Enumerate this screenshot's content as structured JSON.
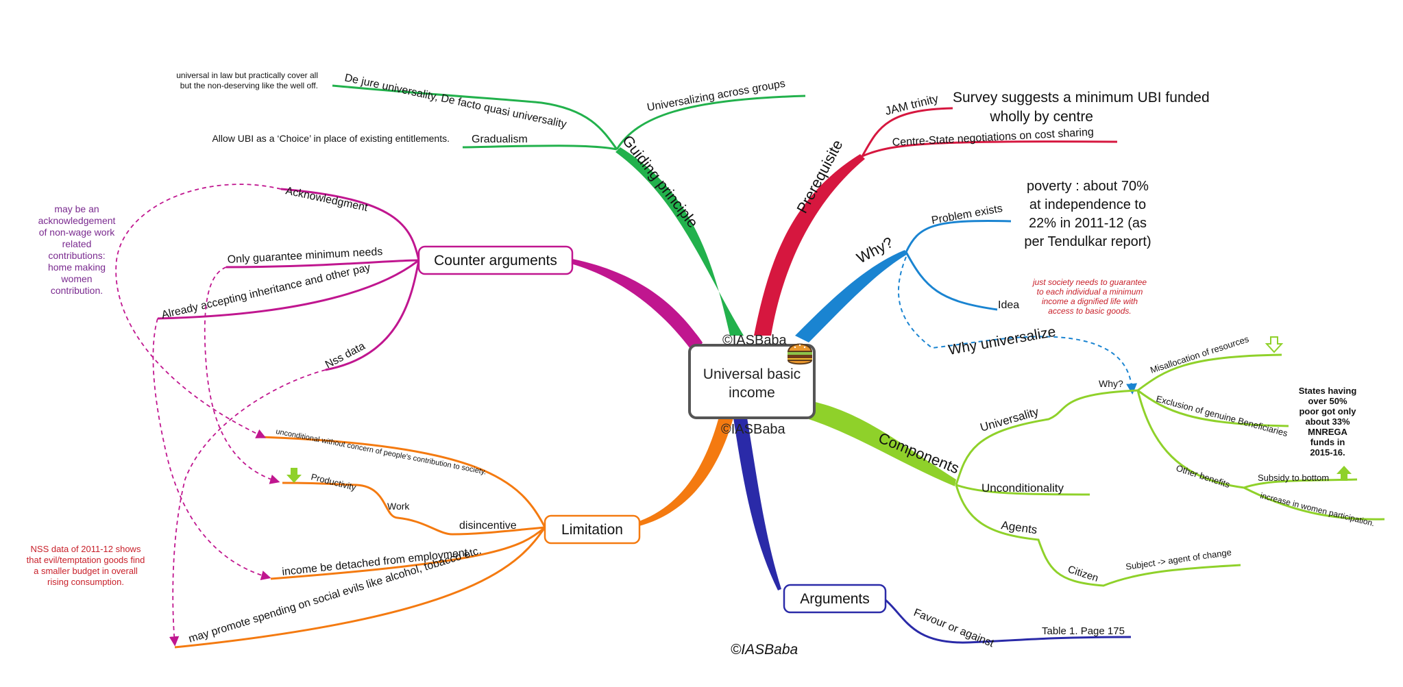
{
  "central": {
    "line1": "Universal basic",
    "line2": "income",
    "watermark_top": "©IASBaba",
    "watermark_bottom": "©IASBaba",
    "icon": "burger-icon"
  },
  "watermark": "©IASBaba",
  "colors": {
    "guiding": "#22b14c",
    "prerequisite": "#d6173f",
    "why": "#1a84d1",
    "components": "#8fd12a",
    "arguments": "#2a2aa8",
    "limitation": "#f47a10",
    "counter": "#c0168f",
    "note_purple": "#7a2a8f",
    "note_red": "#c8202a"
  },
  "guiding": {
    "label": "Guiding principle",
    "items": {
      "dejure": "De jure universality, De facto quasi universality",
      "groups": "Universalizing across groups",
      "gradualism": "Gradualism"
    },
    "notes": {
      "dejure_1": "universal in law but practically cover all",
      "dejure_2": "but the non-deserving like the well off.",
      "gradualism": "Allow UBI as a ‘Choice’ in place of existing entitlements."
    }
  },
  "prerequisite": {
    "label": "Prerequisite",
    "items": {
      "jam": "JAM trinity",
      "centre_state": "Centre-State negotiations on cost sharing"
    },
    "survey": {
      "line1": "Survey suggests a minimum UBI funded",
      "line2": "wholly by centre"
    }
  },
  "why": {
    "label": "Why?",
    "problem": "Problem exists",
    "poverty": [
      "poverty : about 70%",
      "at independence to",
      "22% in 2011-12 (as",
      "per Tendulkar report)"
    ],
    "idea": "Idea",
    "idea_note": [
      "just society needs to guarantee",
      "to each individual a minimum",
      "income a dignified life with",
      "access to basic goods."
    ],
    "universalize": "Why universalize"
  },
  "components": {
    "label": "Components",
    "universality": "Universality",
    "why_sub": "Why?",
    "misallocation": "Misallocation of resources",
    "exclusion": "Exclusion of genuine Beneficiaries",
    "states_note": [
      "States having",
      "over 50%",
      "poor got only",
      "about 33%",
      "MNREGA",
      "funds in",
      "2015-16."
    ],
    "other_benefits": "Other benefits",
    "subsidy": "Subsidy to bottom",
    "women": "increase in women participation.",
    "unconditionality": "Unconditionality",
    "agents": "Agents",
    "citizen": "Citizen",
    "subject": "Subject -> agent of change"
  },
  "arguments": {
    "label": "Arguments",
    "favour": "Favour or against",
    "table": "Table 1. Page 175"
  },
  "limitation": {
    "label": "Limitation",
    "unconditional": "unconditional without concern of people's contribution to society.",
    "productivity": "Productivity",
    "work": "Work",
    "disincentive": "disincentive",
    "income_detached": "income be detached from employment.",
    "social_evils": "may promote spending on social evils like alcohol, tobacco etc."
  },
  "counter": {
    "label": "Counter arguments",
    "acknowledgment": "Acknowledgment",
    "only_guarantee": "Only guarantee minimum needs",
    "inheritance": "Already accepting inheritance and other pay",
    "nss": "Nss data",
    "ack_note": [
      "may be an",
      "acknowledgement",
      "of non-wage work",
      "related",
      "contributions:",
      "home making",
      "women",
      "contribution."
    ],
    "nss_note": [
      "NSS data of 2011-12 shows",
      "that evil/temptation goods find",
      "a smaller budget in overall",
      "rising consumption."
    ]
  }
}
